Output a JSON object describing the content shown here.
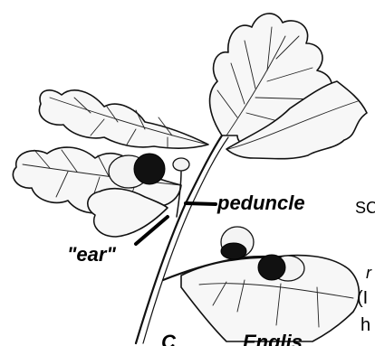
{
  "labels": {
    "peduncle": "peduncle",
    "ear": "\"ear\"",
    "bottom_left": "C",
    "bottom_right": "Englis"
  },
  "text_fragments": {
    "right_top": "SC",
    "right_mid": "r",
    "right_paren": "(I",
    "right_bottom": "h"
  },
  "colors": {
    "ink": "#000000",
    "paper": "#ffffff"
  }
}
